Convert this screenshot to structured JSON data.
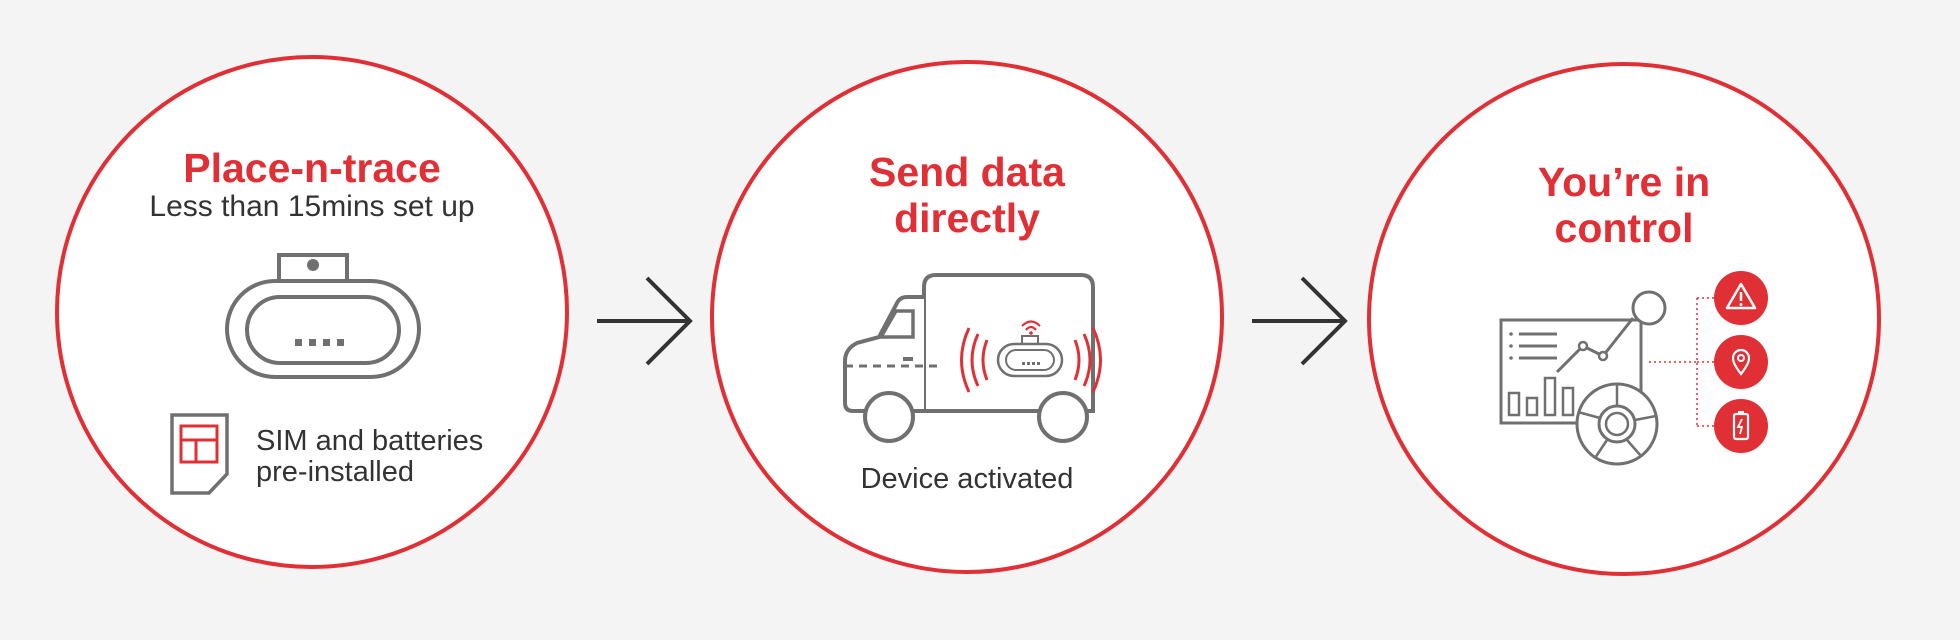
{
  "steps": [
    {
      "title": "Place-n-trace",
      "subtitle": "Less than 15mins set up",
      "caption_line1": "SIM and batteries",
      "caption_line2": "pre-installed",
      "icons": [
        "tracker-device-icon",
        "sim-card-icon"
      ]
    },
    {
      "title_line1": "Send data",
      "title_line2": "directly",
      "caption": "Device  activated",
      "icons": [
        "delivery-truck-icon",
        "signal-waves-icon",
        "wifi-icon"
      ]
    },
    {
      "title_line1": "You’re in",
      "title_line2": "control",
      "icons": [
        "dashboard-icon",
        "alert-icon",
        "location-pin-icon",
        "battery-icon"
      ]
    }
  ],
  "arrows": [
    "arrow-right-icon",
    "arrow-right-icon"
  ],
  "colors": {
    "accent": "#e02f35",
    "icon_grey": "#707070",
    "text": "#333333",
    "background": "#f4f4f4",
    "circle_fill": "#ffffff"
  }
}
